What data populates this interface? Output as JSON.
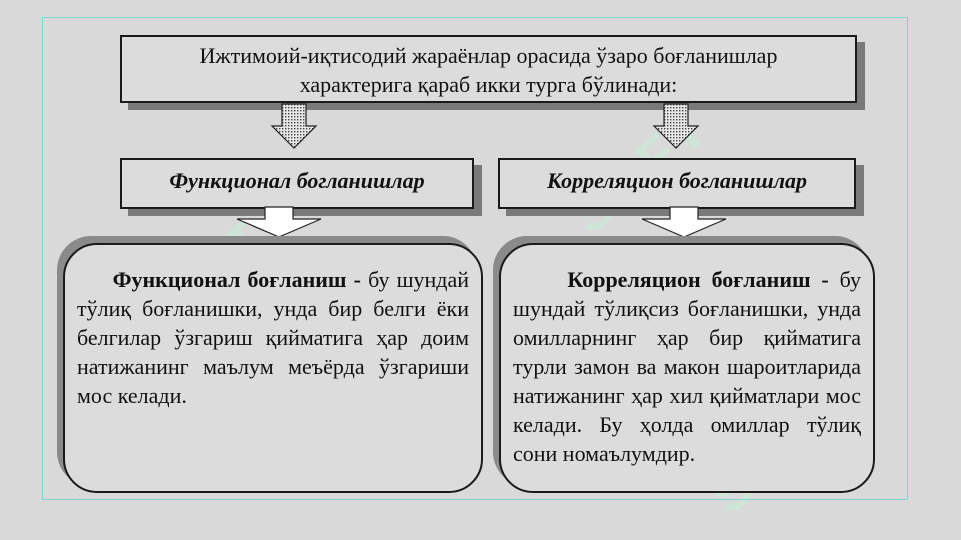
{
  "watermark": "SOFT",
  "title": {
    "line1": "Ижтимоий-иқтисодий жараёнлар орасида ўзаро боғланишлар",
    "line2": "характерига қараб икки турга бўлинади:"
  },
  "left_header": "Функционал богланишлар",
  "right_header": "Корреляцион богланишлар",
  "left_def": {
    "term": "Функционал боғланиш",
    "dash": " - ",
    "text": "бу шундай тўлиқ боғланишки, унда бир белги ёки белгилар ўзгариш қийматига ҳар доим натижанинг маълум меъёрда ўзгариши мос келади."
  },
  "right_def": {
    "term": "Корреляцион боғланиш",
    "dash": " - ",
    "text": "бу шундай тўлиқсиз боғланишки, унда омилларнинг ҳар бир қийматига турли замон ва макон шароитларида натижанинг ҳар хил қийматлари мос келади. Бу ҳолда омиллар тўлиқ сони номаълумдир."
  }
}
